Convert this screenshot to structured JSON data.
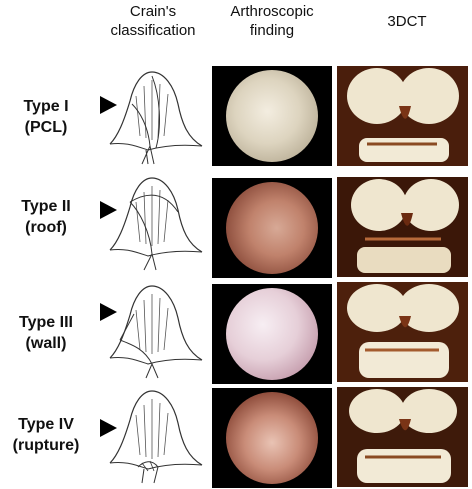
{
  "headers": {
    "classification": [
      "Crain's",
      "classification"
    ],
    "arthroscopic": [
      "Arthroscopic",
      "finding"
    ],
    "ct": "3DCT"
  },
  "rows": [
    {
      "type_label": "Type I",
      "subtype": "(PCL)"
    },
    {
      "type_label": "Type II",
      "subtype": "(roof)"
    },
    {
      "type_label": "Type III",
      "subtype": "(wall)"
    },
    {
      "type_label": "Type IV",
      "subtype": "(rupture)"
    }
  ],
  "colors": {
    "arrow": "#000000",
    "scope_background": "#000000",
    "ct_background": "#3a1608"
  }
}
